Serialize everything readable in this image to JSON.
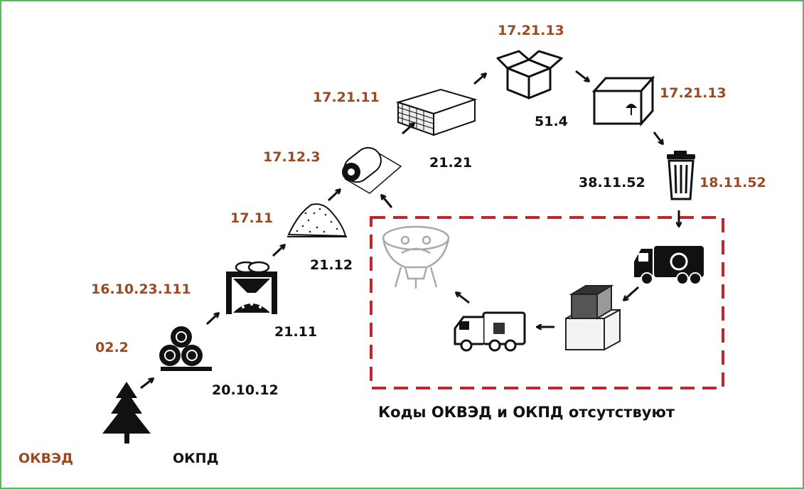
{
  "legend": {
    "okved": "ОКВЭД",
    "okpd": "ОКПД"
  },
  "codes": {
    "okved_tree": "02.2",
    "okpd_logs": "20.10.12",
    "okved_sawmill": "16.10.23.111",
    "okpd_sawmill": "21.11",
    "okved_pulp": "17.11",
    "okpd_pulp": "21.12",
    "okved_paper": "17.12.3",
    "okpd_paper": "21.21",
    "okved_board": "17.21.11",
    "okved_open_box": "17.21.13",
    "okpd_box": "51.4",
    "okved_closed_box": "17.21.13",
    "okpd_trash": "38.11.52",
    "okved_trash": "18.11.52"
  },
  "caption": "Коды ОКВЭД и ОКПД отсутствуют",
  "colors": {
    "okved": "#9a4a22",
    "okpd": "#111111",
    "dashed_box": "#c0272d",
    "frame": "#5cb85c"
  },
  "icons": [
    "fir-tree-icon",
    "logs-icon",
    "sawmill-icon",
    "pulp-pile-icon",
    "paper-roll-icon",
    "cardboard-sheet-icon",
    "open-box-icon",
    "closed-box-icon",
    "trash-can-icon",
    "recycling-truck-icon",
    "box-stack-icon",
    "delivery-truck-icon",
    "pulper-tank-icon"
  ]
}
